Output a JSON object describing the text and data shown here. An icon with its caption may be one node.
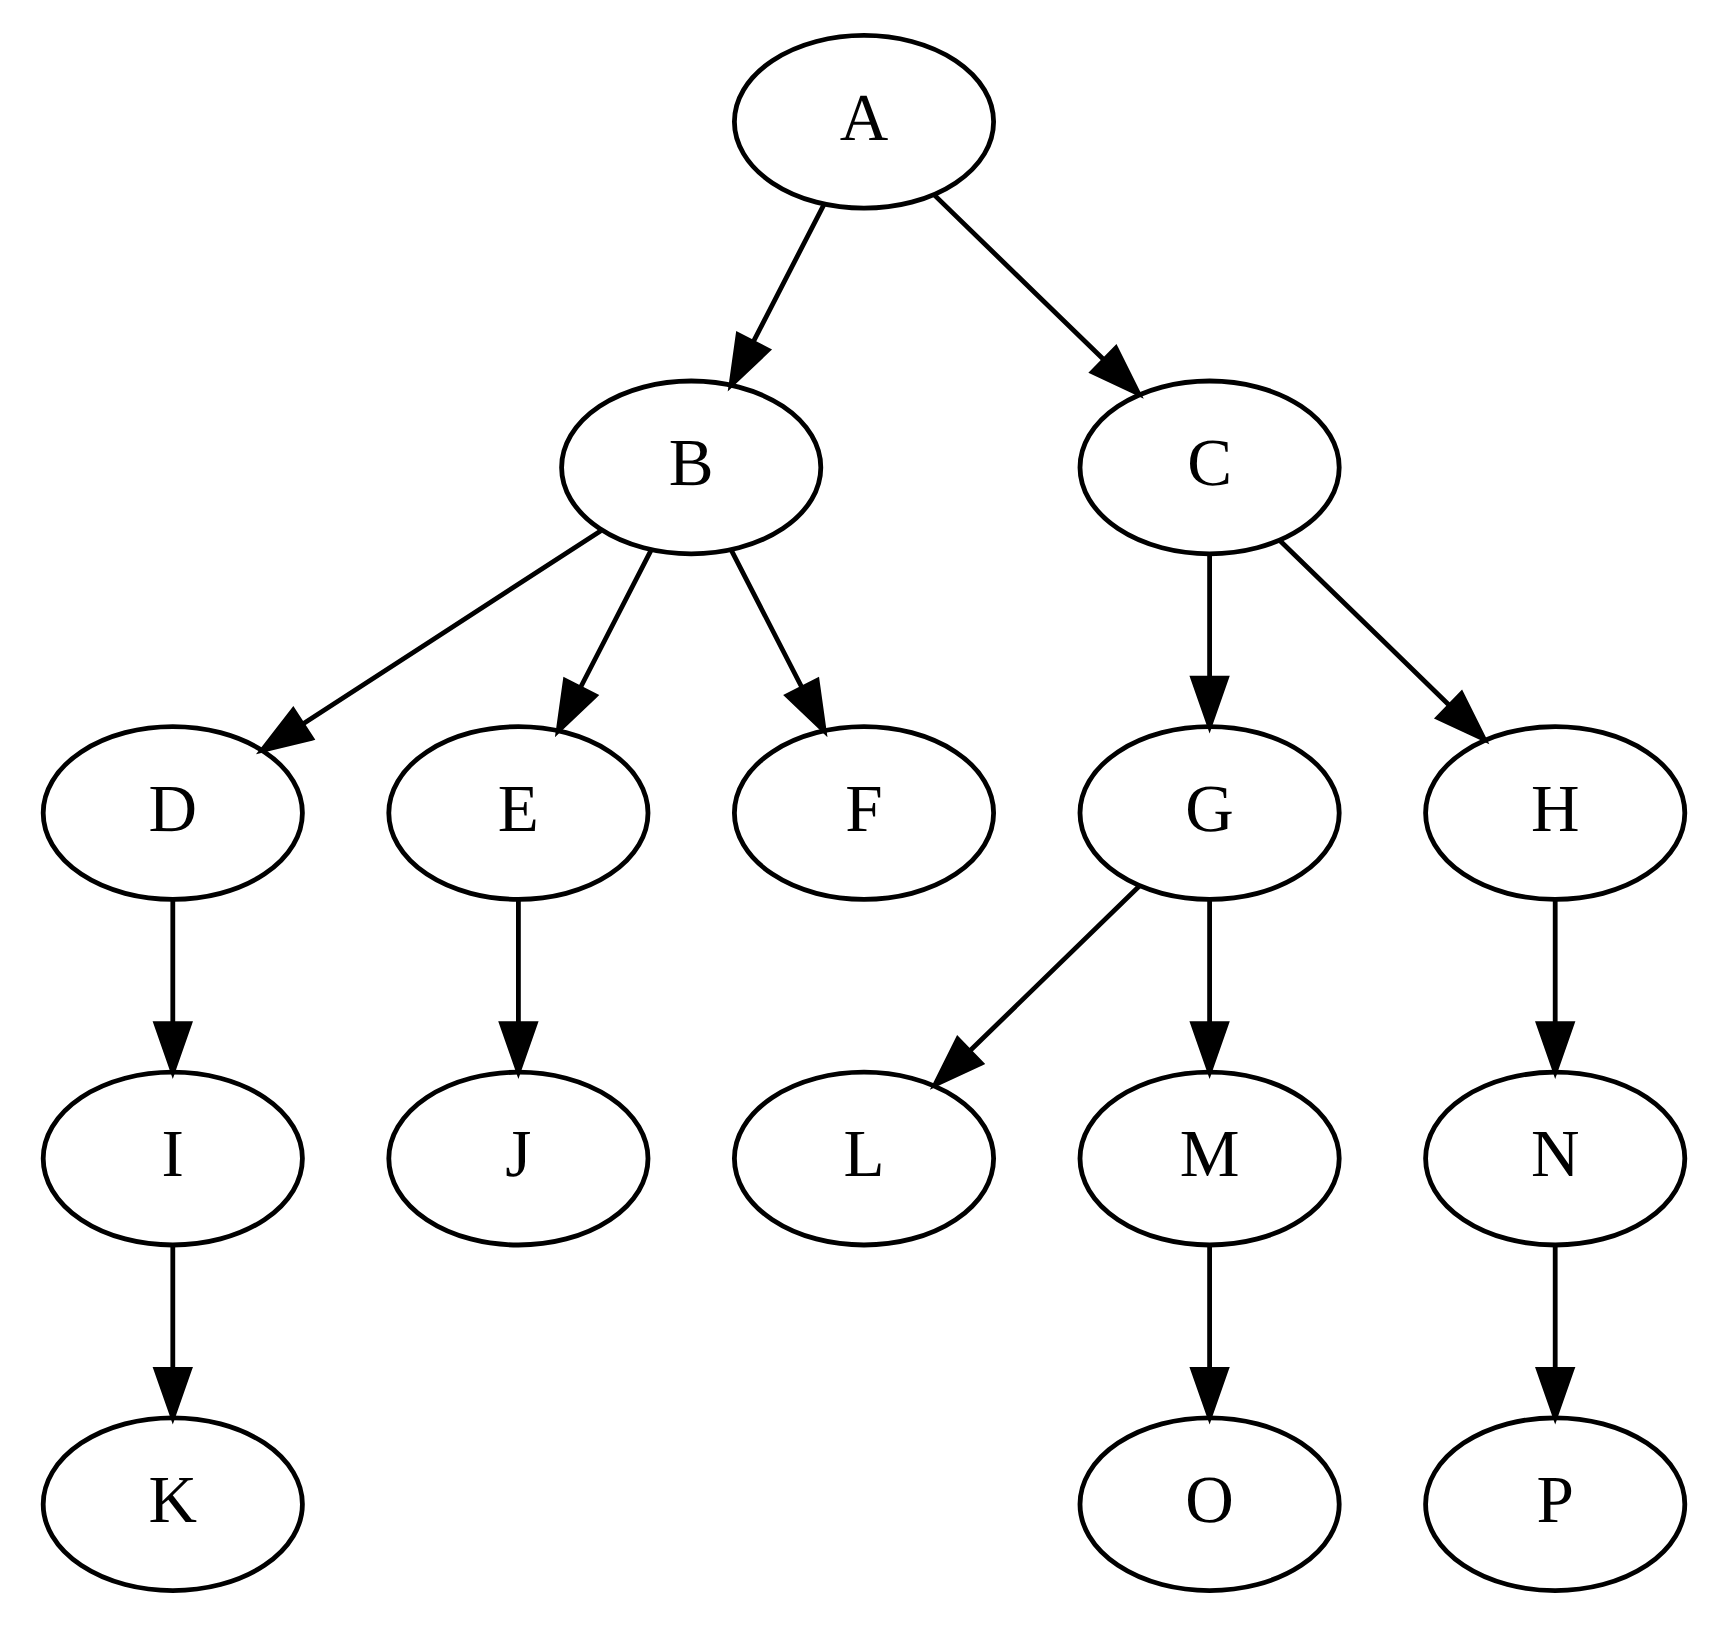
{
  "diagram": {
    "nodes": [
      {
        "text": [
          "A"
        ]
      },
      {
        "text": [
          "B"
        ]
      },
      {
        "text": [
          "C"
        ]
      },
      {
        "text": [
          "D"
        ]
      },
      {
        "text": [
          "E"
        ]
      },
      {
        "text": [
          "F"
        ]
      },
      {
        "text": [
          "G"
        ]
      },
      {
        "text": [
          "H"
        ]
      },
      {
        "text": [
          "I"
        ]
      },
      {
        "text": [
          "J"
        ]
      },
      {
        "text": [
          "L"
        ]
      },
      {
        "text": [
          "M"
        ]
      },
      {
        "text": [
          "N"
        ]
      },
      {
        "text": [
          "K"
        ]
      },
      {
        "text": [
          "O"
        ]
      },
      {
        "text": [
          "P"
        ]
      }
    ],
    "edges": [
      {
        "from": 0,
        "to": 1,
        "arrow": "to"
      },
      {
        "from": 0,
        "to": 2,
        "arrow": "to"
      },
      {
        "from": 1,
        "to": 3,
        "arrow": "to"
      },
      {
        "from": 1,
        "to": 4,
        "arrow": "to"
      },
      {
        "from": 1,
        "to": 5,
        "arrow": "to"
      },
      {
        "from": 2,
        "to": 6,
        "arrow": "to"
      },
      {
        "from": 2,
        "to": 7,
        "arrow": "to"
      },
      {
        "from": 3,
        "to": 8,
        "arrow": "to"
      },
      {
        "from": 4,
        "to": 9,
        "arrow": "to"
      },
      {
        "from": 6,
        "to": 10,
        "arrow": "to"
      },
      {
        "from": 6,
        "to": 11,
        "arrow": "to"
      },
      {
        "from": 7,
        "to": 12,
        "arrow": "to"
      },
      {
        "from": 8,
        "to": 13,
        "arrow": "to"
      },
      {
        "from": 11,
        "to": 14,
        "arrow": "to"
      },
      {
        "from": 12,
        "to": 15,
        "arrow": "to"
      }
    ]
  }
}
